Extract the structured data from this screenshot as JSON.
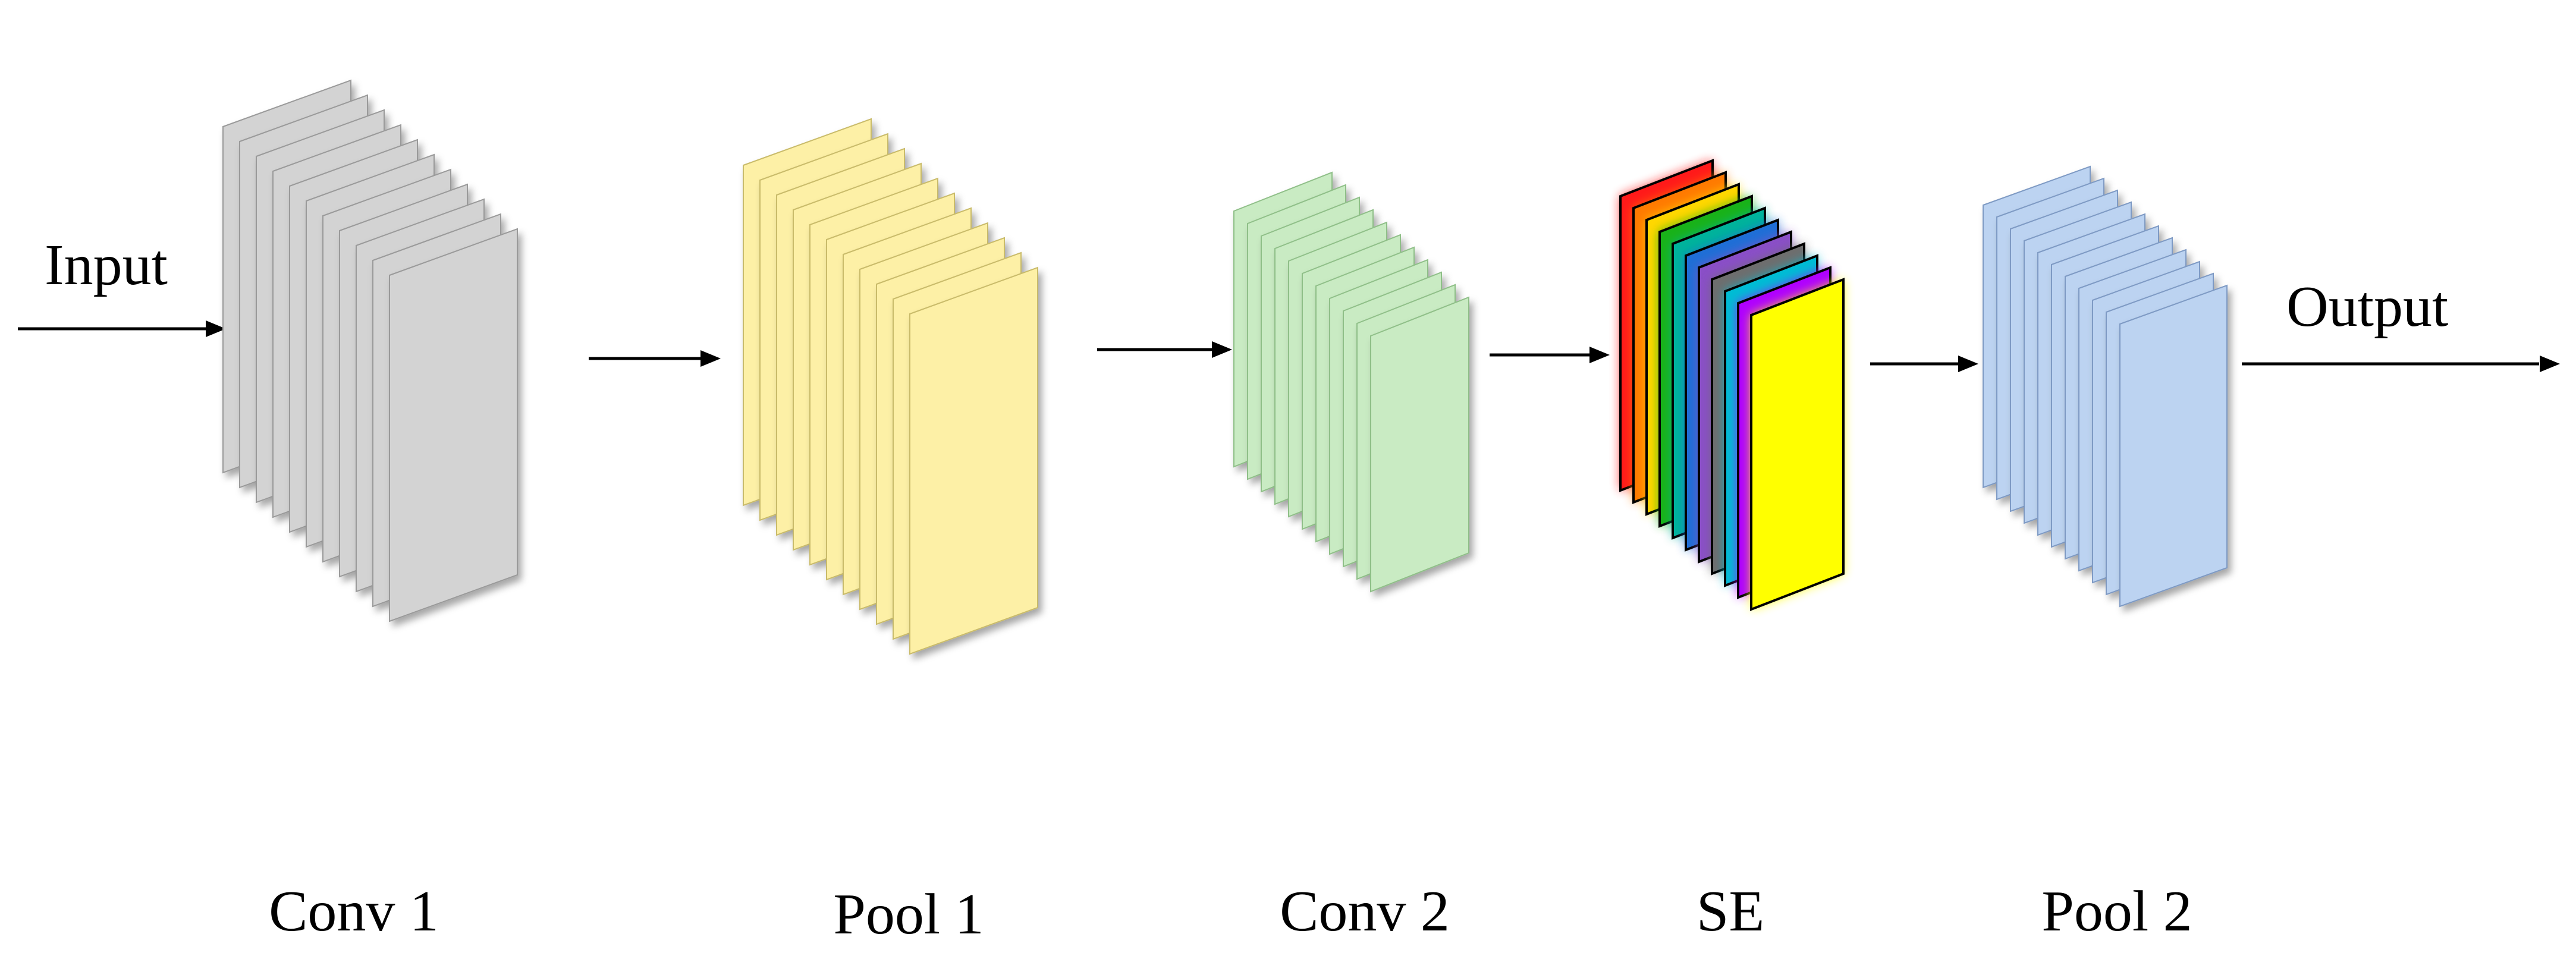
{
  "input_label": "Input",
  "output_label": "Output",
  "stages": [
    {
      "id": "conv1",
      "label": "Conv 1",
      "layers": 11,
      "fill": "#d3d3d3",
      "edge": "#9a9a9a"
    },
    {
      "id": "pool1",
      "label": "Pool 1",
      "layers": 11,
      "fill": "#fdf0a6",
      "edge": "#c9bb6a"
    },
    {
      "id": "conv2",
      "label": "Conv 2",
      "layers": 11,
      "fill": "#c9ebc3",
      "edge": "#8fbf88"
    },
    {
      "id": "se",
      "label": "SE",
      "layers": 11,
      "fill": "#ffff00",
      "edge": "#000000",
      "palette": [
        "#ff1a1a",
        "#ff7a00",
        "#ffd700",
        "#19b219",
        "#00b39b",
        "#1f6fd6",
        "#8a4fc7",
        "#6e6e6e",
        "#00bcd4",
        "#b000ff",
        "#ffff00"
      ]
    },
    {
      "id": "pool2",
      "label": "Pool 2",
      "layers": 11,
      "fill": "#bcd3f1",
      "edge": "#7e9ac4"
    }
  ]
}
